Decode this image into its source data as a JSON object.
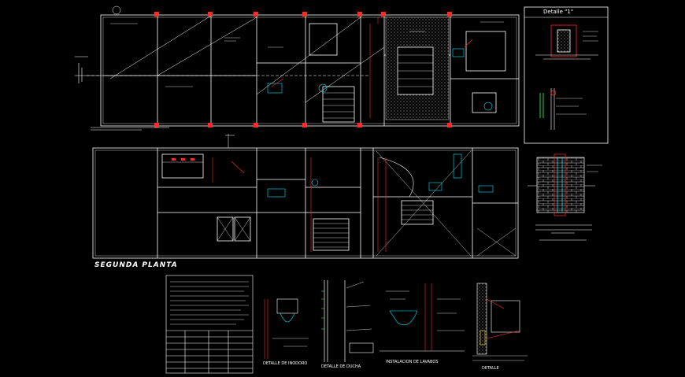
{
  "drawing": {
    "plan_title": "SEGUNDA PLANTA",
    "detail_title": "Detalle \"1\"",
    "captions": {
      "inodoro": "DETALLE DE INODORO",
      "ducha": "DETALLE DE DUCHA",
      "lavatorio": "INSTALACION DE LAVABOS",
      "detalle": "DETALLE"
    }
  },
  "colors": {
    "background": "#000000",
    "lines": "#ffffff",
    "annotation": "#ff2a2a",
    "fixtures": "#00e5ff",
    "insulation": "#ffe033",
    "pipes_green": "#38ff5a"
  }
}
